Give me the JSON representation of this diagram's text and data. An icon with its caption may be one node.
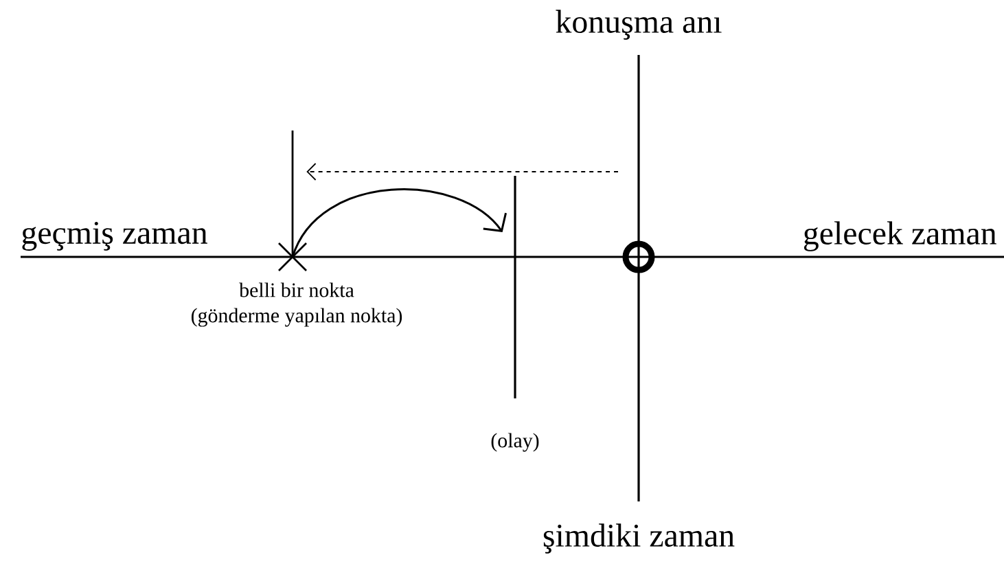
{
  "diagram": {
    "nodes": [
      {
        "text": [],
        "shape": "cross",
        "beside": [
          "belli bir nokta",
          "(gönderme yapılan nokta)"
        ]
      },
      {
        "text": [],
        "shape": "bar",
        "beside": [
          "(olay)"
        ]
      }
    ],
    "edges": [
      {
        "from": 0,
        "to": 1,
        "arrow": "to"
      },
      {
        "from": null,
        "to": 0,
        "arrow": "to",
        "style": "dashed"
      }
    ],
    "labels": [
      "konuşma anı",
      "geçmiş zaman",
      "gelecek zaman",
      "şimdiki zaman"
    ]
  }
}
